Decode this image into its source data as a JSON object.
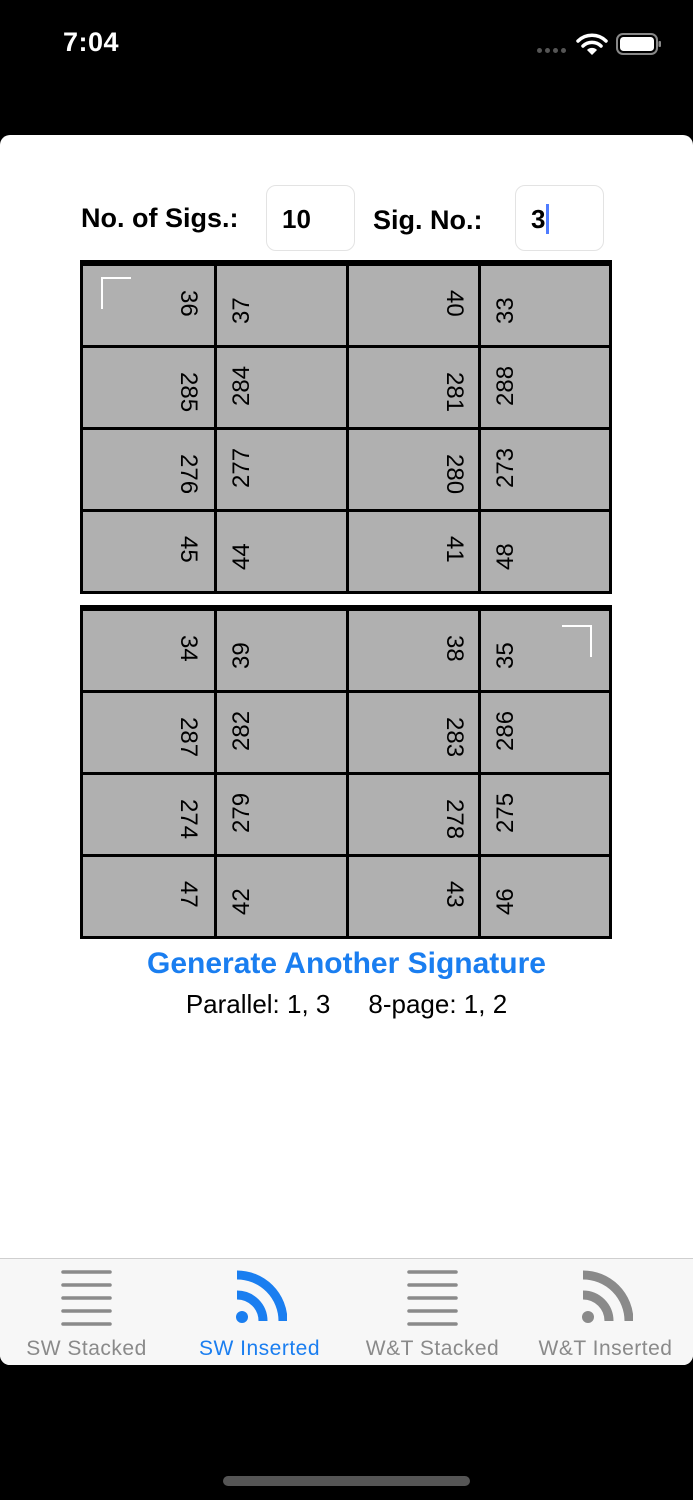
{
  "status_bar": {
    "time": "7:04",
    "icons": [
      "signal-dots-icon",
      "wifi-icon",
      "battery-icon"
    ]
  },
  "controls": {
    "num_sigs_label": "No. of Sigs.:",
    "num_sigs_value": "10",
    "sig_no_label": "Sig. No.:",
    "sig_no_value": "3"
  },
  "grids": [
    {
      "name": "top",
      "corner_mark": "top-left",
      "rows": [
        [
          "36",
          "37",
          "40",
          "33"
        ],
        [
          "285",
          "284",
          "281",
          "288"
        ],
        [
          "276",
          "277",
          "280",
          "273"
        ],
        [
          "45",
          "44",
          "41",
          "48"
        ]
      ]
    },
    {
      "name": "bottom",
      "corner_mark": "top-right",
      "rows": [
        [
          "34",
          "39",
          "38",
          "35"
        ],
        [
          "287",
          "282",
          "283",
          "286"
        ],
        [
          "274",
          "279",
          "278",
          "275"
        ],
        [
          "47",
          "42",
          "43",
          "46"
        ]
      ]
    }
  ],
  "actions": {
    "generate_label": "Generate Another Signature",
    "parallel_text": "Parallel: 1, 3",
    "eight_page_text": "8-page: 1, 2"
  },
  "tab_bar": {
    "active_index": 1,
    "accent_color": "#1a7ef0",
    "inactive_color": "#8a8a8a",
    "tabs": [
      {
        "label": "SW Stacked",
        "icon": "stacked-lines-icon"
      },
      {
        "label": "SW Inserted",
        "icon": "rss-feed-icon"
      },
      {
        "label": "W&T Stacked",
        "icon": "stacked-lines-icon"
      },
      {
        "label": "W&T Inserted",
        "icon": "rss-feed-icon"
      }
    ]
  }
}
